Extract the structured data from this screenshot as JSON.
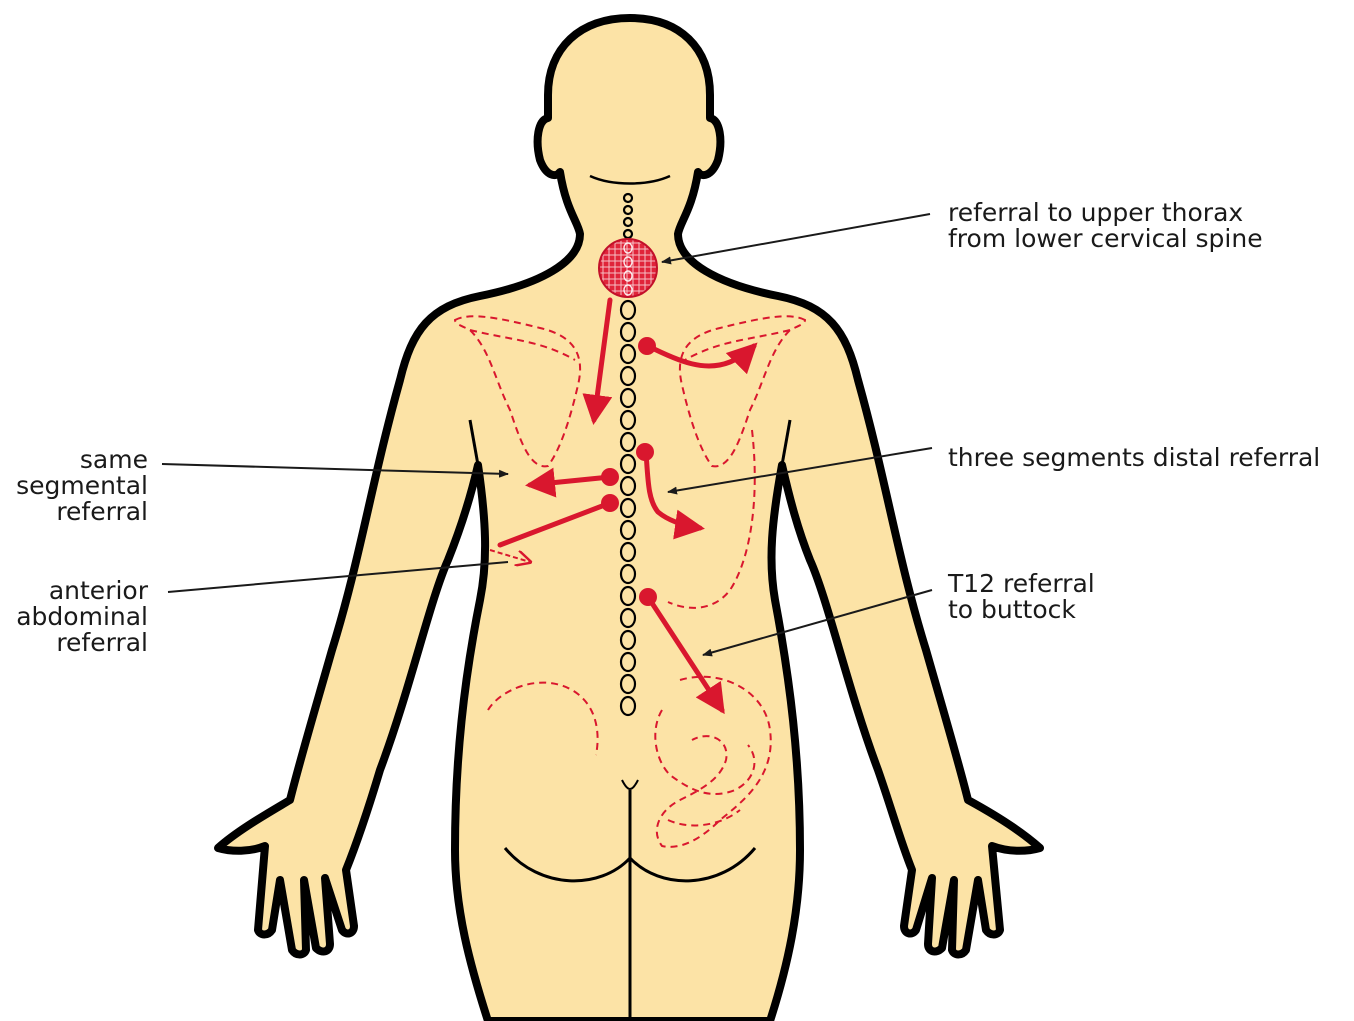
{
  "colors": {
    "skin": "#FCE3A6",
    "outline": "#000000",
    "referral": "#D9172E",
    "leader": "#1a1a1a"
  },
  "annotations": {
    "upper_thorax": {
      "line1": "referral to upper thorax",
      "line2": "from lower cervical spine"
    },
    "distal": {
      "line1": "three segments distal referral"
    },
    "buttock": {
      "line1": "T12 referral",
      "line2": "to buttock"
    },
    "segmental": {
      "line1": "same",
      "line2": "segmental",
      "line3": "referral"
    },
    "abdominal": {
      "line1": "anterior",
      "line2": "abdominal",
      "line3": "referral"
    }
  }
}
